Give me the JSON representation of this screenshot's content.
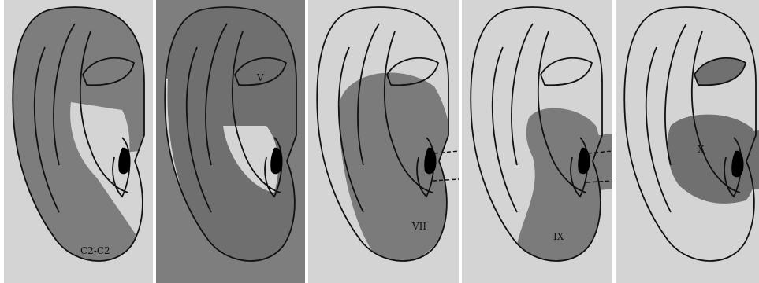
{
  "figure": {
    "panels": [
      {
        "id": "c2",
        "label": "C2-C2",
        "shade": "#7d7d7d"
      },
      {
        "id": "v",
        "label": "V",
        "shade": "#6f6f6f"
      },
      {
        "id": "vii",
        "label": "VII",
        "shade": "#7b7b7b"
      },
      {
        "id": "ix",
        "label": "IX",
        "shade": "#7b7b7b"
      },
      {
        "id": "x",
        "label": "X",
        "shade": "#707070"
      }
    ],
    "colors": {
      "paper": "#d4d4d4",
      "outline": "#111111",
      "canal": "#000000"
    }
  }
}
